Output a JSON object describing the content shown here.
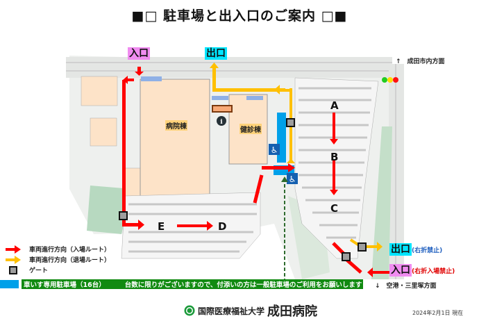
{
  "title": "■□ 駐車場と出入口のご案内 □■",
  "map": {
    "entrance_north": "入口",
    "exit_north": "出口",
    "buildings": {
      "hospital": "病院棟",
      "checkup": "健診棟"
    },
    "waypoints": [
      "A",
      "B",
      "C",
      "D",
      "E"
    ],
    "exit_east": "出口",
    "exit_east_note": "(右折禁止)",
    "entrance_east": "入口",
    "entrance_east_note": "(右折入場禁止)",
    "direction_north": "↑　成田市内方面",
    "direction_south": "↓　空港・三里塚方面",
    "traffic_light_colors": [
      "#22cc22",
      "#ffdd00",
      "#ff1111"
    ]
  },
  "legend": {
    "entry_route": "車両進行方向（入場ルート）",
    "exit_route": "車両進行方向（退場ルート）",
    "gate": "ゲート",
    "wheelchair_parking": "車いす専用駐車場（16台）",
    "notice": "台数に限りがございますので、付添いの方は一般駐車場のご利用をお願いします"
  },
  "colors": {
    "entry_arrow": "#ff0000",
    "exit_arrow": "#ffc000",
    "wheelchair": "#00a0e9",
    "notice_band": "#118a11",
    "entrance_label_bg": "#f08cf0",
    "exit_label_bg": "#00e5ff"
  },
  "footer": {
    "org": "国際医療福祉大学",
    "hospital": "成田病院",
    "date": "2024年2月1日 現在"
  }
}
